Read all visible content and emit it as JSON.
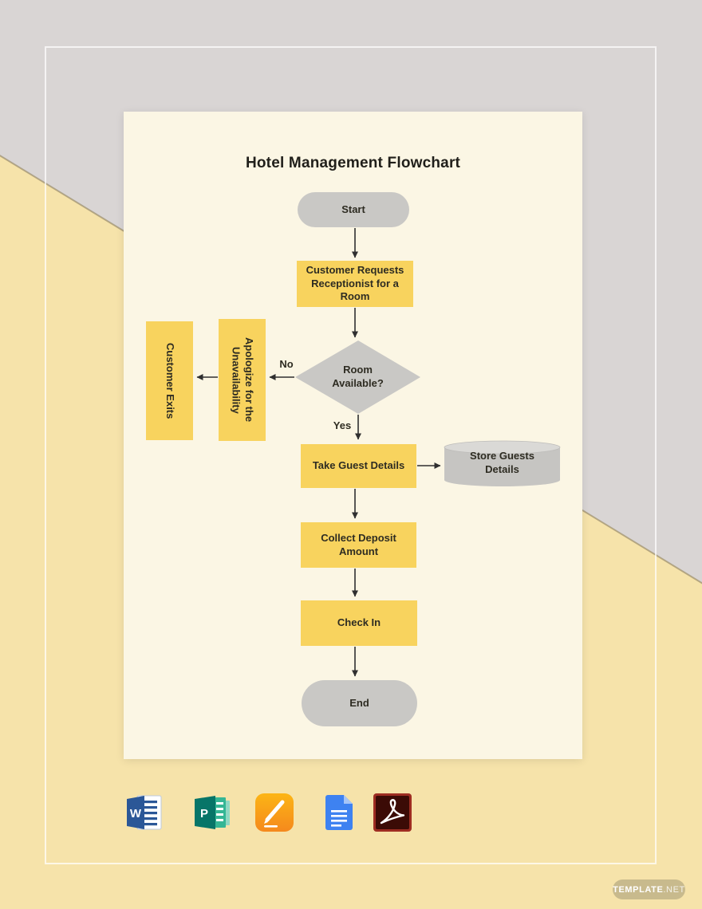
{
  "header": {
    "title": "Hotel Management Flowchart"
  },
  "flowchart": {
    "nodes": [
      {
        "id": "start",
        "type": "terminator",
        "label": "Start"
      },
      {
        "id": "request-room",
        "type": "process",
        "label": "Customer Requests Receptionist for a Room"
      },
      {
        "id": "room-available",
        "type": "decision",
        "label": "Room Available?"
      },
      {
        "id": "apologize",
        "type": "process",
        "label": "Apologize for the Unavailability"
      },
      {
        "id": "customer-exits",
        "type": "process",
        "label": "Customer Exits"
      },
      {
        "id": "take-details",
        "type": "process",
        "label": "Take Guest Details"
      },
      {
        "id": "store-details",
        "type": "database",
        "label": "Store Guests Details"
      },
      {
        "id": "collect-deposit",
        "type": "process",
        "label": "Collect Deposit Amount"
      },
      {
        "id": "check-in",
        "type": "process",
        "label": "Check In"
      },
      {
        "id": "end",
        "type": "terminator",
        "label": "End"
      }
    ],
    "edge_labels": {
      "no": "No",
      "yes": "Yes"
    }
  },
  "footer": {
    "format_icons": [
      {
        "name": "microsoft-word",
        "letter": "W"
      },
      {
        "name": "microsoft-publisher",
        "letter": "P"
      },
      {
        "name": "apple-pages"
      },
      {
        "name": "google-docs"
      },
      {
        "name": "adobe-acrobat"
      }
    ],
    "brand": {
      "name": "TEMPLATE",
      "tld": ".NET"
    }
  },
  "colors": {
    "page_yellow": "#f6e3aa",
    "page_gray": "#d9d5d4",
    "card_cream": "#fbf6e4",
    "node_yellow": "#f8d35e",
    "node_gray": "#c9c8c5",
    "arrow_dark": "#2f2f2f",
    "text_dark": "#2e2c22"
  }
}
